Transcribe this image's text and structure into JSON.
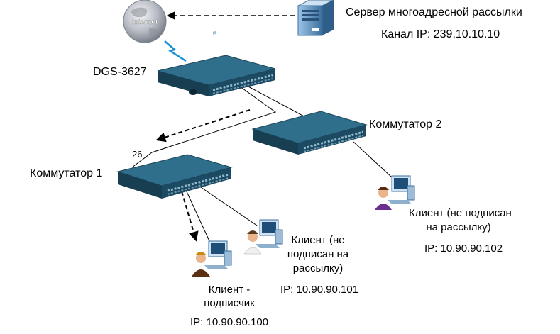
{
  "internet": {
    "label": "Internet"
  },
  "server": {
    "title": "Сервер многоадресной рассылки",
    "channel": "Канал IP: 239.10.10.10"
  },
  "core_switch": {
    "label": "DGS-3627"
  },
  "switch1": {
    "label": "Коммутатор 1",
    "port": "26"
  },
  "switch2": {
    "label": "Коммутатор 2"
  },
  "client_subscriber": {
    "line1": "Клиент -",
    "line2": "подписчик",
    "ip": "IP: 10.90.90.100"
  },
  "client_101": {
    "line1": "Клиент (не",
    "line2": "подписан на",
    "line3": "рассылку)",
    "ip": "IP: 10.90.90.101"
  },
  "client_102": {
    "line1": "Клиент (не подписан",
    "line2": "на рассылку)",
    "ip": "IP: 10.90.90.102"
  },
  "colors": {
    "switch_top": "#2f6f8c",
    "switch_front": "#1d4a63",
    "switch_side": "#173a4f",
    "internet_globe": "#9aa0a8",
    "server_body": "#3f7fb0",
    "link_wireless": "#1a8fd6"
  }
}
